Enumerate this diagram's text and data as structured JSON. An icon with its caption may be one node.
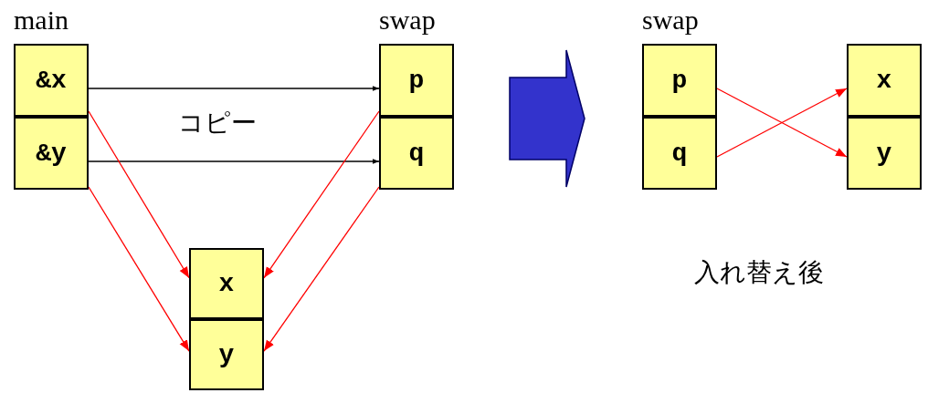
{
  "diagram": {
    "nodes": [
      {
        "text": [
          "main"
        ]
      },
      {
        "text": [
          "&x"
        ],
        "in": 0
      },
      {
        "text": [
          "&y"
        ],
        "in": 0
      },
      {
        "text": [
          "swap"
        ]
      },
      {
        "text": [
          "p"
        ],
        "in": 3
      },
      {
        "text": [
          "q"
        ],
        "in": 3
      },
      {
        "text": [
          "x"
        ]
      },
      {
        "text": [
          "y"
        ]
      },
      {
        "text": [
          "swap"
        ]
      },
      {
        "text": [
          "p"
        ],
        "in": 8
      },
      {
        "text": [
          "q"
        ],
        "in": 8
      },
      {
        "text": [
          "x"
        ]
      },
      {
        "text": [
          "y"
        ]
      }
    ],
    "edges": [
      {
        "from": 1,
        "to": 4,
        "arrow": "to",
        "label": "コピー",
        "color": "#000000"
      },
      {
        "from": 2,
        "to": 5,
        "arrow": "to",
        "color": "#000000"
      },
      {
        "from": 1,
        "to": 6,
        "arrow": "to"
      },
      {
        "from": 2,
        "to": 7,
        "arrow": "to"
      },
      {
        "from": 4,
        "to": 6,
        "arrow": "to"
      },
      {
        "from": 5,
        "to": 7,
        "arrow": "to"
      },
      {
        "from": 9,
        "to": 12,
        "arrow": "to"
      },
      {
        "from": 10,
        "to": 11,
        "arrow": "to"
      }
    ],
    "labels": [
      "入れ替え後"
    ]
  }
}
